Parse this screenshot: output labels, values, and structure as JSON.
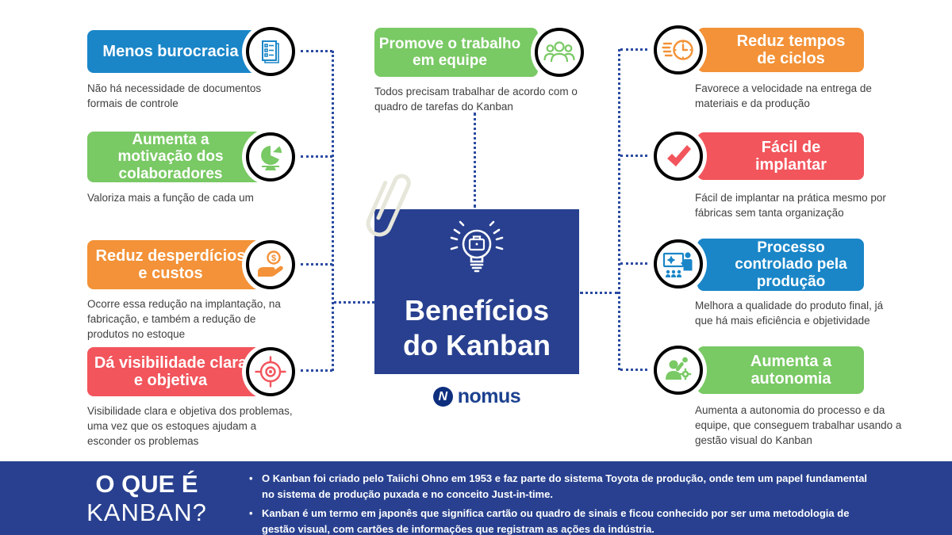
{
  "center": {
    "title": "Benefícios do Kanban",
    "title_lines": [
      "Benefícios",
      "do Kanban"
    ],
    "logo": {
      "mark": "N",
      "text": "nomus"
    },
    "icon": "lightbulb-briefcase-icon"
  },
  "top_item": {
    "title": "Promove o trabalho em equipe",
    "description": "Todos precisam trabalhar de acordo com o quadro de tarefas do Kanban",
    "color": "#79c964",
    "icon": "team-icon"
  },
  "left_items": [
    {
      "title": "Menos burocracia",
      "description": "Não há necessidade de documentos formais de controle",
      "color": "#1a86c8",
      "icon": "documents-icon"
    },
    {
      "title": "Aumenta a motivação dos colaboradores",
      "description": "Valoriza mais a função de cada um",
      "color": "#79c964",
      "icon": "pie-chart-icon"
    },
    {
      "title": "Reduz desperdícios e custos",
      "description": "Ocorre essa redução na implantação, na fabricação, e também a redução de produtos no estoque",
      "color": "#f39238",
      "icon": "money-hand-icon"
    },
    {
      "title": "Dá visibilidade clara e objetiva",
      "description": "Visibilidade clara e objetiva dos problemas, uma vez que os estoques ajudam a esconder os problemas",
      "color": "#f2555c",
      "icon": "target-icon"
    }
  ],
  "right_items": [
    {
      "title": "Reduz tempos de ciclos",
      "description": "Favorece a velocidade na entrega de materiais e da produção",
      "color": "#f39238",
      "icon": "fast-clock-icon"
    },
    {
      "title": "Fácil de implantar",
      "description": "Fácil de implantar na prática mesmo por fábricas sem tanta organização",
      "color": "#f2555c",
      "icon": "checkmark-icon"
    },
    {
      "title": "Processo controlado pela produção",
      "description": "Melhora a qualidade do produto final, já que há mais eficiência e objetividade",
      "color": "#1a86c8",
      "icon": "presentation-icon"
    },
    {
      "title": "Aumenta a autonomia",
      "description": "Aumenta a autonomia do processo e da equipe, que conseguem trabalhar usando a gestão visual do Kanban",
      "color": "#79c964",
      "icon": "autonomy-icon"
    }
  ],
  "bottom": {
    "heading_lines": [
      "O QUE É",
      "KANBAN?"
    ],
    "bullets": [
      "O Kanban foi criado pelo Taiichi Ohno em 1953 e faz parte do sistema Toyota de produção, onde tem um papel fundamental no sistema de produção puxada e no conceito Just-in-time.",
      "Kanban é um termo em japonês que significa cartão ou quadro de sinais e ficou conhecido por ser uma metodologia de gestão visual, com cartões de informações que registram as ações da indústria."
    ]
  },
  "colors": {
    "blue": "#1a86c8",
    "green": "#79c964",
    "orange": "#f39238",
    "red": "#f2555c",
    "navy": "#28408f",
    "connector_blue": "#2b4aa2",
    "body_text": "#3f3f3f"
  }
}
